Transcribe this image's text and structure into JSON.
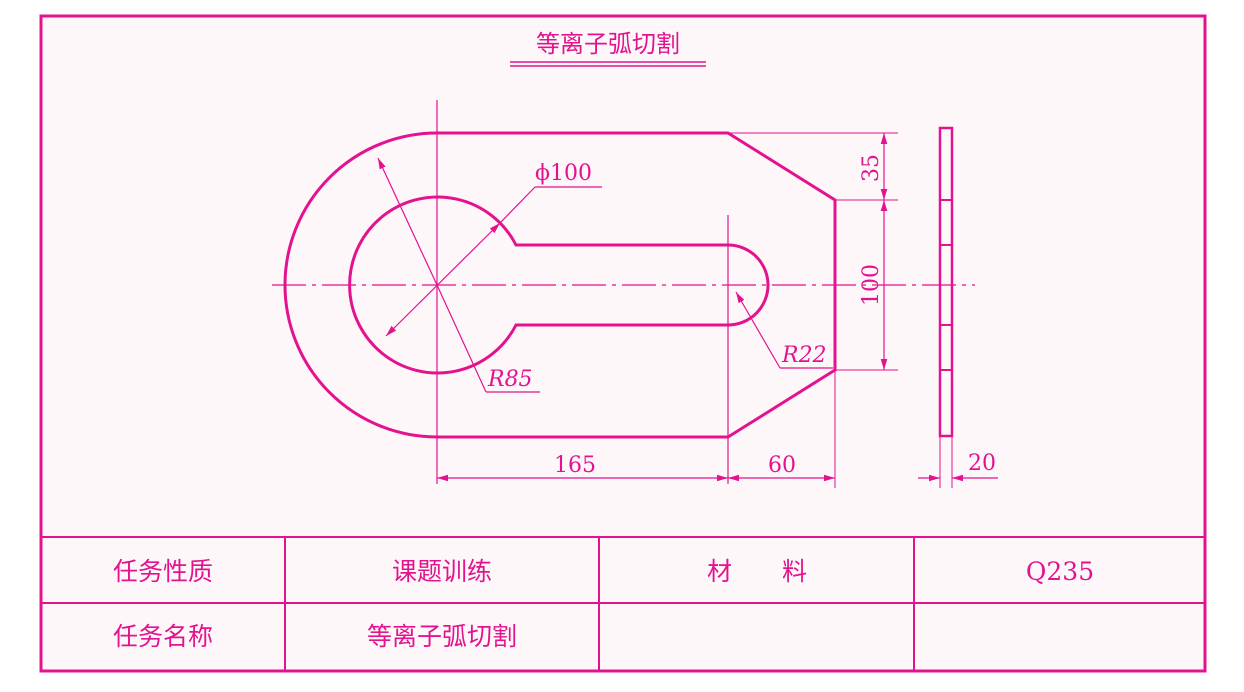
{
  "title": "等离子弧切割",
  "accent_color": "#e3138f",
  "dimensions": {
    "diameter_hole": "ϕ100",
    "radius_outer": "R85",
    "radius_slot": "R22",
    "length_slot": "165",
    "length_tail": "60",
    "height_chamfer": "35",
    "height_flat": "100",
    "thickness": "20"
  },
  "table": {
    "row1": [
      "任务性质",
      "课题训练",
      "材　　料",
      "Q235"
    ],
    "row2": [
      "任务名称",
      "等离子弧切割",
      "",
      ""
    ]
  }
}
